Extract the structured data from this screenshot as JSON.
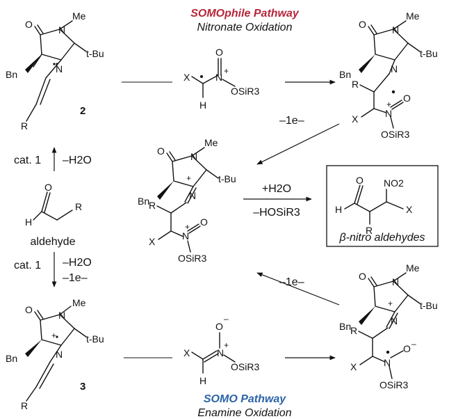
{
  "pathways": {
    "top_title": "SOMOphile Pathway",
    "top_subtitle": "Nitronate Oxidation",
    "bottom_title": "SOMO Pathway",
    "bottom_subtitle": "Enamine Oxidation",
    "top_color": "#b5263a",
    "bottom_color": "#2c63a8"
  },
  "atoms": {
    "O": "O",
    "N": "N",
    "Me": "Me",
    "Bn": "Bn",
    "tBu": "t-Bu",
    "R": "R",
    "H": "H",
    "X": "X",
    "OSiR3": "OSiR3",
    "NO2": "NO2",
    "minus": "–",
    "plus": "+"
  },
  "compounds": {
    "enamine_label": "2",
    "radical_cation_label": "3",
    "aldehyde_label": "aldehyde",
    "product_label": "β-nitro aldehydes"
  },
  "conditions": {
    "cat_top": "cat. 1",
    "minus_water_top": "–H2O",
    "cat_bottom": "cat. 1",
    "minus_water_bottom": "–H2O",
    "minus_e_bottom": "–1e–",
    "minus_e_upper": "–1e–",
    "minus_e_lower": "–1e–",
    "plus_water": "+H2O",
    "minus_silanol": "–HOSiR3"
  }
}
